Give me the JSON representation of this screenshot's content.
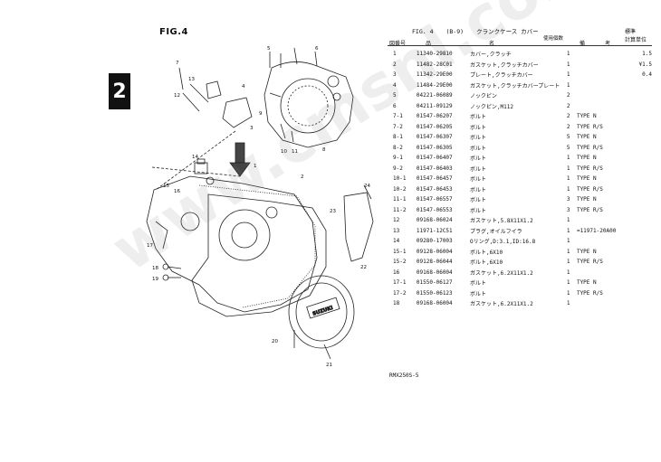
{
  "figure": {
    "label": "FIG.4",
    "chapter": "2"
  },
  "watermark": "www.cmsnl.com",
  "table_header": {
    "title_parts": [
      "FIG. 4",
      "(B-9)",
      "クランクケース カバー"
    ],
    "qty_label": "使用個数",
    "price_label": "標準",
    "price_sub": "計算単位",
    "columns": [
      "図番号",
      "品",
      "名",
      "備",
      "考"
    ]
  },
  "parts": [
    {
      "ref": "1",
      "pn": "11340-29810",
      "desc": "カバー,クラッチ",
      "qty": "1",
      "rem": "",
      "pr": "1.5"
    },
    {
      "ref": "2",
      "pn": "11482-28C01",
      "desc": "ガスケット,クラッチカバー",
      "qty": "1",
      "rem": "",
      "pr": "¥1.5"
    },
    {
      "ref": "3",
      "pn": "11342-29E00",
      "desc": "プレート,クラッチカバー",
      "qty": "1",
      "rem": "",
      "pr": "0.4"
    },
    {
      "ref": "4",
      "pn": "11484-29E00",
      "desc": "ガスケット,クラッチカバープレート",
      "qty": "1",
      "rem": "",
      "pr": ""
    },
    {
      "ref": "5",
      "pn": "04221-06089",
      "desc": "ノックピン",
      "qty": "2",
      "rem": "",
      "pr": ""
    },
    {
      "ref": "6",
      "pn": "04211-09129",
      "desc": "ノックピン,M112",
      "qty": "2",
      "rem": "",
      "pr": ""
    },
    {
      "ref": "7-1",
      "pn": "01547-06207",
      "desc": "ボルト",
      "qty": "2",
      "rem": "TYPE N",
      "pr": ""
    },
    {
      "ref": "7-2",
      "pn": "01547-06205",
      "desc": "ボルト",
      "qty": "2",
      "rem": "TYPE R/S",
      "pr": ""
    },
    {
      "ref": "8-1",
      "pn": "01547-06307",
      "desc": "ボルト",
      "qty": "5",
      "rem": "TYPE N",
      "pr": ""
    },
    {
      "ref": "8-2",
      "pn": "01547-06305",
      "desc": "ボルト",
      "qty": "5",
      "rem": "TYPE R/S",
      "pr": ""
    },
    {
      "ref": "9-1",
      "pn": "01547-06407",
      "desc": "ボルト",
      "qty": "1",
      "rem": "TYPE N",
      "pr": ""
    },
    {
      "ref": "9-2",
      "pn": "01547-06403",
      "desc": "ボルト",
      "qty": "1",
      "rem": "TYPE R/S",
      "pr": ""
    },
    {
      "ref": "10-1",
      "pn": "01547-06457",
      "desc": "ボルト",
      "qty": "1",
      "rem": "TYPE N",
      "pr": ""
    },
    {
      "ref": "10-2",
      "pn": "01547-06453",
      "desc": "ボルト",
      "qty": "1",
      "rem": "TYPE R/S",
      "pr": ""
    },
    {
      "ref": "11-1",
      "pn": "01547-06557",
      "desc": "ボルト",
      "qty": "3",
      "rem": "TYPE N",
      "pr": ""
    },
    {
      "ref": "11-2",
      "pn": "01547-06553",
      "desc": "ボルト",
      "qty": "3",
      "rem": "TYPE R/S",
      "pr": ""
    },
    {
      "ref": "12",
      "pn": "09168-06024",
      "desc": "ガスケット,5.8X11X1.2",
      "qty": "1",
      "rem": "",
      "pr": ""
    },
    {
      "ref": "13",
      "pn": "11971-12C51",
      "desc": "プラグ,オイルフイラ",
      "qty": "1",
      "rem": "=11971-20A00",
      "pr": ""
    },
    {
      "ref": "14",
      "pn": "09280-17003",
      "desc": "Oリング,D:3.1,ID:16.8",
      "qty": "1",
      "rem": "",
      "pr": ""
    },
    {
      "ref": "15-1",
      "pn": "09128-06004",
      "desc": "ボルト,6X10",
      "qty": "1",
      "rem": "TYPE N",
      "pr": ""
    },
    {
      "ref": "15-2",
      "pn": "09128-06044",
      "desc": "ボルト,6X10",
      "qty": "1",
      "rem": "TYPE R/S",
      "pr": ""
    },
    {
      "ref": "16",
      "pn": "09168-06004",
      "desc": "ガスケット,6.2X11X1.2",
      "qty": "1",
      "rem": "",
      "pr": ""
    },
    {
      "ref": "17-1",
      "pn": "01550-06127",
      "desc": "ボルト",
      "qty": "1",
      "rem": "TYPE N",
      "pr": ""
    },
    {
      "ref": "17-2",
      "pn": "01550-06123",
      "desc": "ボルト",
      "qty": "1",
      "rem": "TYPE R/S",
      "pr": ""
    },
    {
      "ref": "18",
      "pn": "09168-06004",
      "desc": "ガスケット,6.2X11X1.2",
      "qty": "1",
      "rem": "",
      "pr": ""
    }
  ],
  "callouts": [
    "7",
    "12",
    "13",
    "4",
    "3",
    "9",
    "5",
    "6",
    "8",
    "10",
    "11",
    "1",
    "2",
    "14",
    "15",
    "16",
    "17",
    "18",
    "19",
    "20",
    "21",
    "22",
    "23",
    "24"
  ],
  "cover_brand": "SUZUKI",
  "footer": "RMX250S-5"
}
